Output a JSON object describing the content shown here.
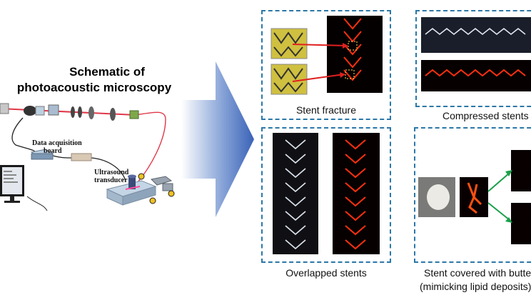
{
  "schematic": {
    "title_line1": "Schematic of",
    "title_line2": "photoacoustic microscopy",
    "label_daq_line1": "Data acquisition",
    "label_daq_line2": "board",
    "label_us_line1": "Ultrasound",
    "label_us_line2": "transducer"
  },
  "panels": {
    "fracture": {
      "caption": "Stent fracture"
    },
    "compressed": {
      "caption": "Compressed stents"
    },
    "overlapped": {
      "caption": "Overlapped stents"
    },
    "covered": {
      "caption_line1": "Stent covered with butter",
      "caption_line2": "(mimicking lipid deposits)"
    }
  },
  "colors": {
    "panel_border": "#2b78a8",
    "arrow": "#3a62b8",
    "laser": "#e0384a",
    "pa_image": "#ff3010",
    "annotation_arrow": "#e02020",
    "green_arrow": "#1aa04a"
  }
}
